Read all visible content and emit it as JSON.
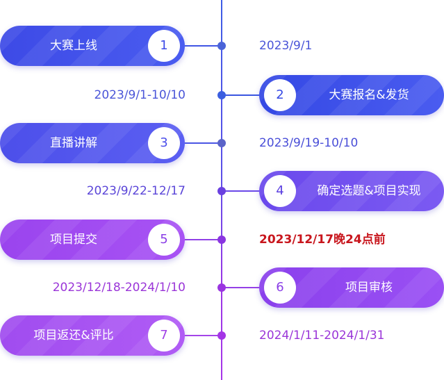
{
  "colors": {
    "deadline": "#c8161d"
  },
  "timeline": [
    {
      "num": "1",
      "label": "大赛上线",
      "date": "2023/9/1"
    },
    {
      "num": "2",
      "label": "大赛报名&发货",
      "date": "2023/9/1-10/10"
    },
    {
      "num": "3",
      "label": "直播讲解",
      "date": "2023/9/19-10/10"
    },
    {
      "num": "4",
      "label": "确定选题&项目实现",
      "date": "2023/9/22-12/17"
    },
    {
      "num": "5",
      "label": "项目提交",
      "date": "2023/12/17晚24点前"
    },
    {
      "num": "6",
      "label": "项目审核",
      "date": "2023/12/18-2024/1/10"
    },
    {
      "num": "7",
      "label": "项目返还&评比",
      "date": "2024/1/11-2024/1/31"
    }
  ]
}
